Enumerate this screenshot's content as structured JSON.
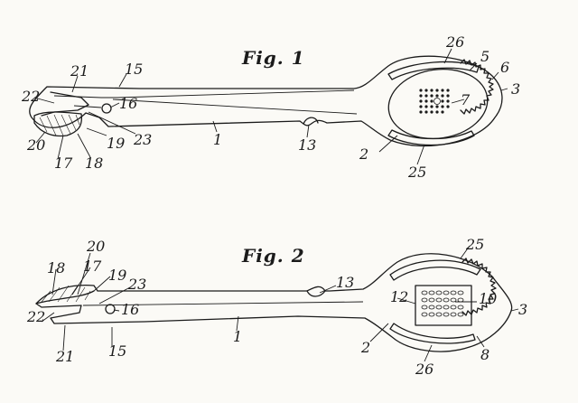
{
  "figures": [
    {
      "id": "fig1",
      "title": "Fig. 1",
      "labels": [
        "26",
        "5",
        "6",
        "3",
        "7",
        "21",
        "15",
        "22",
        "16",
        "23",
        "20",
        "17",
        "18",
        "19",
        "1",
        "13",
        "2",
        "25"
      ]
    },
    {
      "id": "fig2",
      "title": "Fig. 2",
      "labels": [
        "25",
        "20",
        "18",
        "17",
        "19",
        "23",
        "13",
        "12",
        "10",
        "3",
        "22",
        "16",
        "21",
        "15",
        "1",
        "2",
        "8",
        "26"
      ]
    }
  ]
}
